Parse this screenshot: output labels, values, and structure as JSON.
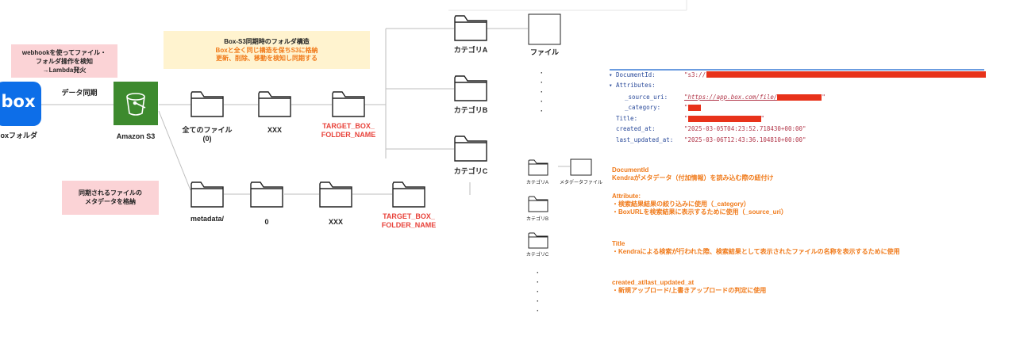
{
  "notes": {
    "webhook": [
      "webhookを使ってファイル・",
      "フォルダ操作を検知",
      "→Lambda発火"
    ],
    "structure_title": "Box-S3同期時のフォルダ構造",
    "structure_sub": [
      "Boxと全く同じ構造を保ちS3に格納",
      "更新、削除、移動を検知し同期する"
    ],
    "metadata_note": [
      "同期されるファイルの",
      "メタデータを格納"
    ]
  },
  "nodes": {
    "box_logo": "box",
    "box_label": "Boxフォルダ",
    "sync_label": "データ同期",
    "s3_label": "Amazon S3",
    "all_files": [
      "全てのファイル",
      "(0)"
    ],
    "xxx_top": "XXX",
    "target_top": [
      "TARGET_BOX_",
      "FOLDER_NAME"
    ],
    "category_a": "カテゴリA",
    "category_b": "カテゴリB",
    "category_c": "カテゴリC",
    "file_label": "ファイル",
    "metadata": "metadata/",
    "zero": "0",
    "xxx_bottom": "XXX",
    "target_bottom": [
      "TARGET_BOX_",
      "FOLDER_NAME"
    ],
    "small_cat_a": "カテゴリA",
    "small_cat_b": "カテゴリB",
    "small_cat_c": "カテゴリC",
    "metadata_file": "メタデータファイル"
  },
  "json_view": {
    "document_id_key": "DocumentId:",
    "document_id_val": "\"s3://",
    "attributes_key": "Attributes:",
    "source_uri_key": "_source_uri:",
    "source_uri_val": "\"https://app.box.com/file/",
    "source_uri_end": "\"",
    "category_key": "_category:",
    "category_val": "\"",
    "title_key": "Title:",
    "title_val": "\"",
    "title_end": "\"",
    "created_key": "created_at:",
    "created_val": "\"2025-03-05T04:23:52.718430+00:00\"",
    "updated_key": "last_updated_at:",
    "updated_val": "\"2025-03-06T12:43:36.104810+00:00\""
  },
  "explanations": {
    "docid_title": "DocumentId",
    "docid_desc": "Kendraがメタデータ（付加情報）を読み込む際の紐付け",
    "attr_title": "Attribute:",
    "attr_1": "・検索結果結果の絞り込みに使用（_category）",
    "attr_2": "・BoxURLを検索結果に表示するために使用（_source_uri）",
    "title_title": "Title",
    "title_desc": "・Kendraによる検索が行われた際、検索結果として表示されたファイルの名称を表示するために使用",
    "dates_title": "created_at/last_updated_at",
    "dates_desc": "・新規アップロード/上書きアップロードの判定に使用"
  },
  "colors": {
    "note_pink": "#fbd3d6",
    "note_yellow": "#fff3cf",
    "box_blue": "#0d6ee8",
    "s3_green": "#3d8a2e",
    "accent_red": "#e8423a",
    "accent_orange": "#f07a1a"
  }
}
